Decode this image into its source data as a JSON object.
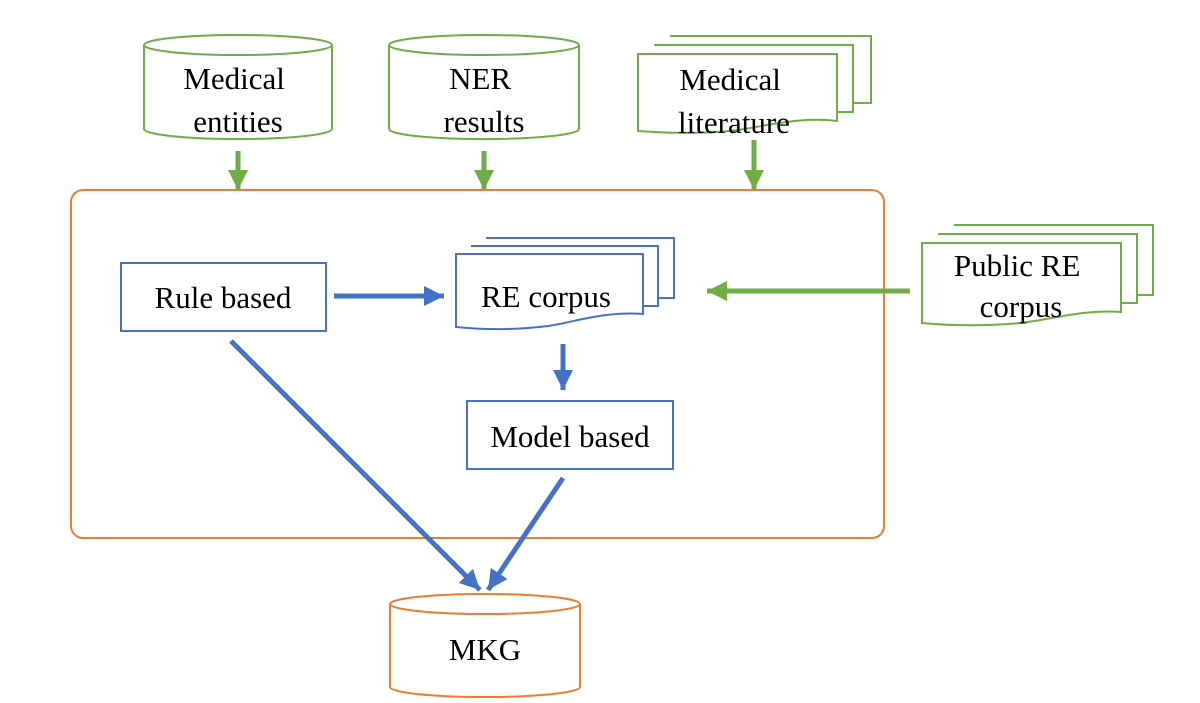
{
  "colors": {
    "green": "#70AD47",
    "blue": "#4472C4",
    "orange": "#ED7D31",
    "text": "#000000"
  },
  "nodes": {
    "medical_entities": {
      "shape": "cylinder",
      "lines": [
        "Medical",
        "entities"
      ]
    },
    "ner_results": {
      "shape": "cylinder",
      "lines": [
        "NER",
        "results"
      ]
    },
    "medical_literature": {
      "shape": "multi-document",
      "lines": [
        "Medical",
        "literature"
      ]
    },
    "rule_based": {
      "shape": "rectangle",
      "lines": [
        "Rule based"
      ]
    },
    "re_corpus": {
      "shape": "multi-document",
      "lines": [
        "RE corpus"
      ]
    },
    "public_re_corpus": {
      "shape": "multi-document",
      "lines": [
        "Public RE",
        "corpus"
      ]
    },
    "model_based": {
      "shape": "rectangle",
      "lines": [
        "Model based"
      ]
    },
    "mkg": {
      "shape": "cylinder",
      "lines": [
        "MKG"
      ]
    }
  },
  "edges": [
    {
      "from": "medical_entities",
      "to": "re_process_group"
    },
    {
      "from": "ner_results",
      "to": "re_process_group"
    },
    {
      "from": "medical_literature",
      "to": "re_process_group"
    },
    {
      "from": "rule_based",
      "to": "re_corpus"
    },
    {
      "from": "public_re_corpus",
      "to": "re_corpus"
    },
    {
      "from": "re_corpus",
      "to": "model_based"
    },
    {
      "from": "rule_based",
      "to": "mkg"
    },
    {
      "from": "model_based",
      "to": "mkg"
    }
  ]
}
